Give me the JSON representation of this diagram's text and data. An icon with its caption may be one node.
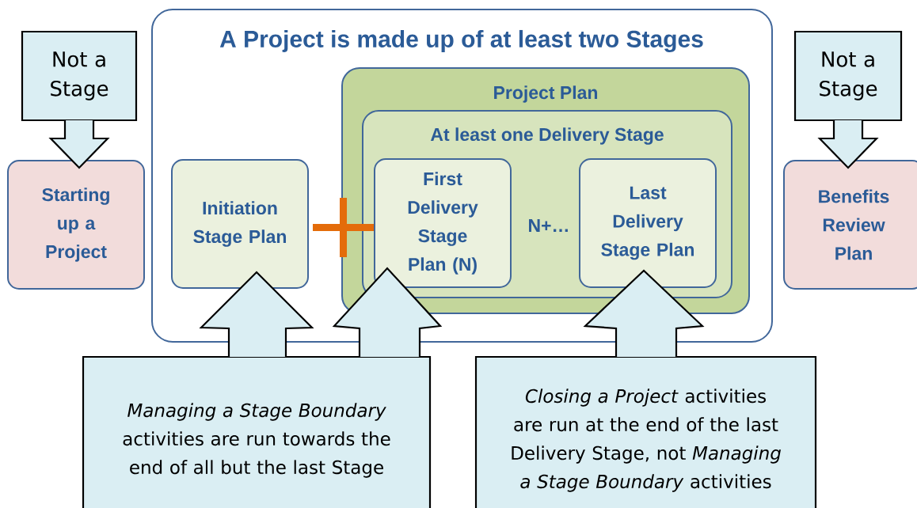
{
  "diagram": {
    "nodes": [
      {
        "text": [
          "A Project is made up of at least two Stages"
        ]
      },
      {
        "text": [
          "Not a Stage"
        ]
      },
      {
        "text": [
          "Starting up a Project"
        ]
      },
      {
        "text": [
          "Initiation Stage Plan"
        ],
        "in": 0
      },
      {
        "text": [
          "Project Plan"
        ],
        "in": 0
      },
      {
        "text": [
          "At least one Delivery Stage"
        ],
        "in": 4
      },
      {
        "text": [
          "First Delivery Stage Plan (N)"
        ],
        "in": 5
      },
      {
        "text": [
          "Last Delivery Stage Plan"
        ],
        "in": 5
      },
      {
        "text": [
          "Not a Stage"
        ]
      },
      {
        "text": [
          "Benefits Review Plan"
        ]
      },
      {
        "text": [
          "*Managing a Stage Boundary* activities are run towards the end of all but the last Stage"
        ]
      },
      {
        "text": [
          "*Closing a Project* activities are run at the end of the last Delivery Stage, not *Managing a Stage Boundary* activities"
        ]
      }
    ],
    "edges": [
      {
        "from": 1,
        "to": 2,
        "arrow": "to"
      },
      {
        "from": 8,
        "to": 9,
        "arrow": "to"
      },
      {
        "from": 10,
        "to": 3,
        "arrow": "to"
      },
      {
        "from": 10,
        "to": 6,
        "arrow": "to"
      },
      {
        "from": 11,
        "to": 7,
        "arrow": "to"
      }
    ],
    "labels": [
      "N+…"
    ]
  }
}
